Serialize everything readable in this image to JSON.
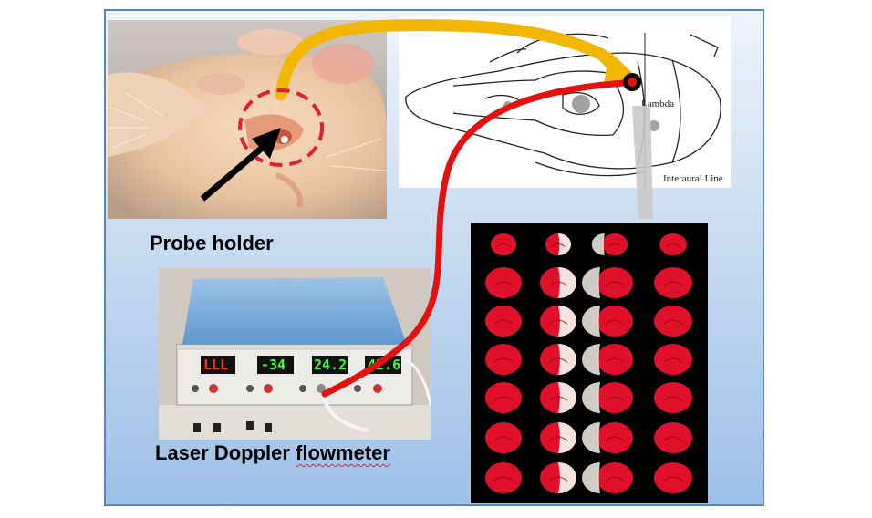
{
  "labels": {
    "probe_holder": "Probe holder",
    "flowmeter_prefix": "Laser Doppler ",
    "flowmeter_suffix": "flowmeter"
  },
  "skull": {
    "lambda": "Lambda",
    "interaural": "Interaural Line"
  },
  "device": {
    "displays": [
      "LLL",
      "-34",
      "24.2",
      "42.6"
    ]
  },
  "colors": {
    "frame_border": "#5b86b8",
    "probe_circle": "#e0202a",
    "yellow_connector": "#f2b705",
    "red_connector": "#e41111",
    "pointer_arrow": "#000000",
    "brain_stain": "#e0102a",
    "infarct": "#f4efe6"
  },
  "icons": {
    "pointer": "arrow-icon",
    "probe_point": "probe-point-icon"
  }
}
